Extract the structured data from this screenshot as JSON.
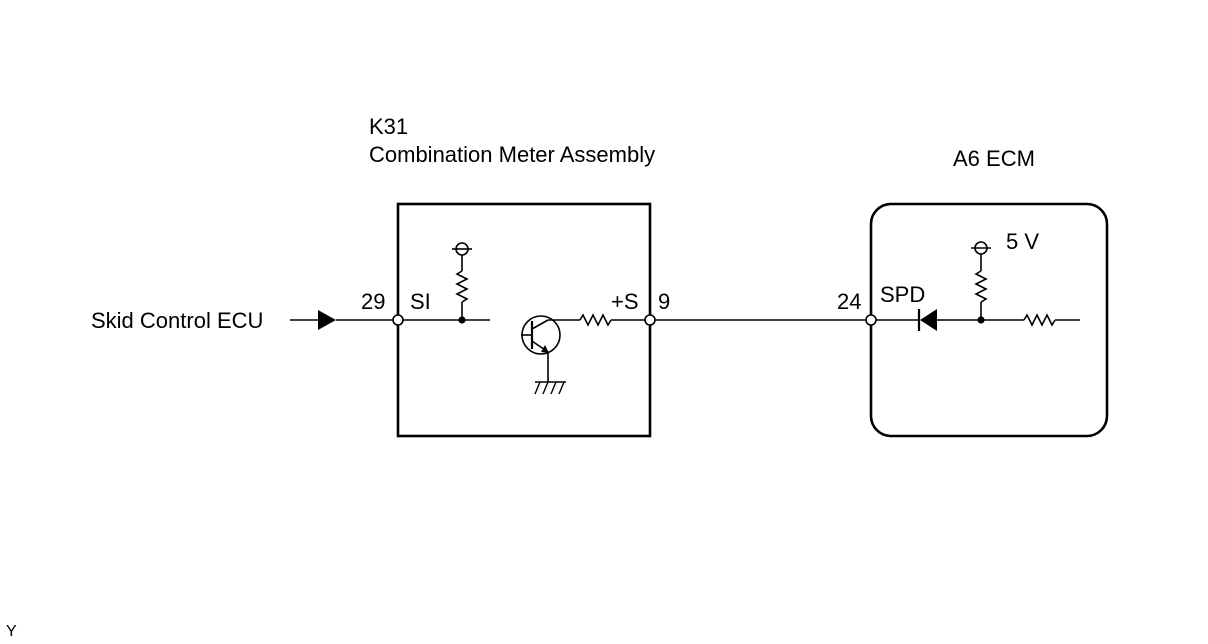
{
  "k31": {
    "code": "K31",
    "name": "Combination Meter Assembly",
    "pin_in": "29",
    "pin_in_label": "SI",
    "pin_out_label": "+S",
    "pin_out": "9"
  },
  "ecm": {
    "name": "A6 ECM",
    "pin": "24",
    "pin_label": "SPD",
    "voltage": "5 V"
  },
  "source": {
    "label": "Skid Control ECU"
  },
  "corner_code": "Y"
}
